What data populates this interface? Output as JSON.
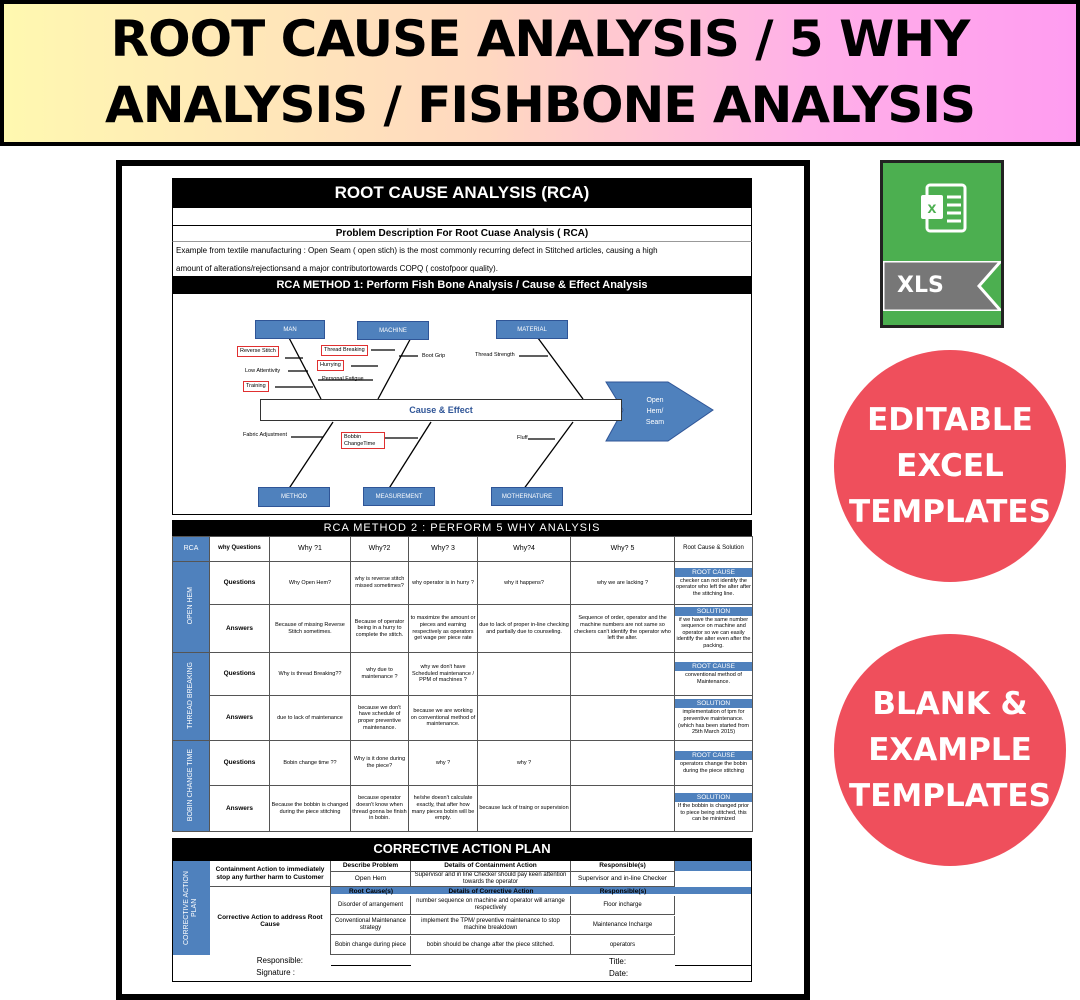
{
  "banner": {
    "line1": "ROOT CAUSE ANALYSIS / 5 WHY",
    "line2": "ANALYSIS / FISHBONE ANALYSIS"
  },
  "badges": {
    "xls": "XLS",
    "editable": [
      "EDITABLE",
      "EXCEL",
      "TEMPLATES"
    ],
    "blank": [
      "BLANK &",
      "EXAMPLE",
      "TEMPLATES"
    ]
  },
  "sheet": {
    "title": "ROOT CAUSE ANALYSIS (RCA)",
    "problem_header": "Problem Description For Root Cuase Analysis ( RCA)",
    "problem_text1": "Example from textile manufacturing : Open Seam ( open stich) is the most commonly recurring defect in Stitched articles, causing a high",
    "problem_text2": "amount of alterations/rejectionsand a major contributortowards COPQ ( costofpoor quality).",
    "method1": "RCA METHOD 1: Perform Fish Bone Analysis / Cause & Effect Analysis",
    "fishbone": {
      "man": "MAN",
      "machine": "MACHINE",
      "material": "MATERIAL",
      "method": "METHOD",
      "measurement": "MEASUREMENT",
      "mothernature": "MOTHERNATURE",
      "effect": "Cause & Effect",
      "head": "Open Hem/ Seam",
      "reverse": "Reverse Stitch",
      "low": "Low Attentivity",
      "training": "Training",
      "thread_breaking": "Thread Breaking",
      "hurrying": "Hurrying",
      "fatigue": "Personal Fatigue",
      "bootgrip": "Boot Grip",
      "strength": "Thread Strength",
      "fabric": "Fabric Adjustment",
      "bobbin": "Bobbin ChangeTime",
      "fluff": "Fluff"
    },
    "method2": "RCA METHOD 2 : PERFORM 5 WHY ANALYSIS",
    "why_headers": [
      "RCA",
      "why Questions",
      "Why ?1",
      "Why?2",
      "Why? 3",
      "Why?4",
      "Why? 5",
      "Root Cause & Solution"
    ],
    "groups": [
      {
        "name": "OPEN HEM",
        "q": [
          "Why Open Hem?",
          "why is reverse stitch missed sometimes?",
          "why operator is in hurry ?",
          "why it happens?",
          "why we are lacking ?"
        ],
        "a": [
          "Because of missing Reverse Stitch sometimes.",
          "Because of operator being in a hurry to complete the stitch.",
          "to maximize the amount or pieces and earning respectively as operators get wage per piece rate",
          "due to lack of proper in-line checking and partially due to counseling.",
          "Sequence of order, operator and the machine numbers are not same so checkers can't identify the operator who left the alter."
        ],
        "root": "checker can not identify the operator who left the alter after the stitching line.",
        "solution": "if we have the same number sequence on machine and operator so we can easily identify the alter even after the packing."
      },
      {
        "name": "THREAD BREAKING",
        "q": [
          "Why is thread Breaking??",
          "why due to maintenance ?",
          "why we don't have Scheduled maintenance / PPM of machines ?",
          "",
          ""
        ],
        "a": [
          "due to lack of maintenance",
          "because we don't have schedule of proper preventive maintenance.",
          "because we are working on conventional method of maintenance.",
          "",
          ""
        ],
        "root": "conventional method of Maintenance.",
        "solution": "implementation of tpm for preventive maintenance. (which has been started from 25th March 2015)"
      },
      {
        "name": "BOBIN CHANGE TIME",
        "q": [
          "Bobin change time ??",
          "Why is it done during the piece?",
          "why ?",
          "why ?",
          ""
        ],
        "a": [
          "Because the bobbin is changed during the piece stitching",
          "because operator doesn't know when thread gonna be finish in bobin.",
          "he/she doesn't calculate exactly, that after how many pieces bobin will be empty.",
          "because lack of traing or supervision",
          ""
        ],
        "root": "operators change the bobin during the piece stitching",
        "solution": "If the bobbin is changed prior to piece being stitched, this can be minimized"
      }
    ],
    "labels": {
      "questions": "Questions",
      "answers": "Answers",
      "root_cause": "ROOT CAUSE",
      "solution": "SOLUTION"
    },
    "cap": {
      "title": "CORRECTIVE ACTION PLAN",
      "side": "CORRECTIVE ACTION PLAN",
      "containment": "Containment Action to immediately stop any further harm to Customer",
      "describe": "Describe Problem",
      "details_cont": "Details of Containment Action",
      "resp": "Responsible(s)",
      "open_hem": "Open Hem",
      "cont_action": "Supervisor and in line Checker should pay keen attention towards the operator",
      "cont_resp": "Supervisor and in-line Checker",
      "corrective": "Corrective Action to address Root Cause",
      "root_causes": "Root Cause(s)",
      "details_corr": "Details of Corrective Action",
      "rows": [
        {
          "rc": "Disorder of arrangement",
          "detail": "number sequence on machine and operator will arrange respectively",
          "resp": "Floor incharge"
        },
        {
          "rc": "Conventional Maintenance strategy",
          "detail": "implement the TPM/ preventive maintenance to stop machine breakdown",
          "resp": "Maintenance Incharge"
        },
        {
          "rc": "Bobin change during piece",
          "detail": "bobin should be change after the piece stitched.",
          "resp": "operators"
        }
      ],
      "responsible": "Responsible:",
      "signature": "Signature :",
      "title_lbl": "Title:",
      "date_lbl": "Date:"
    }
  }
}
